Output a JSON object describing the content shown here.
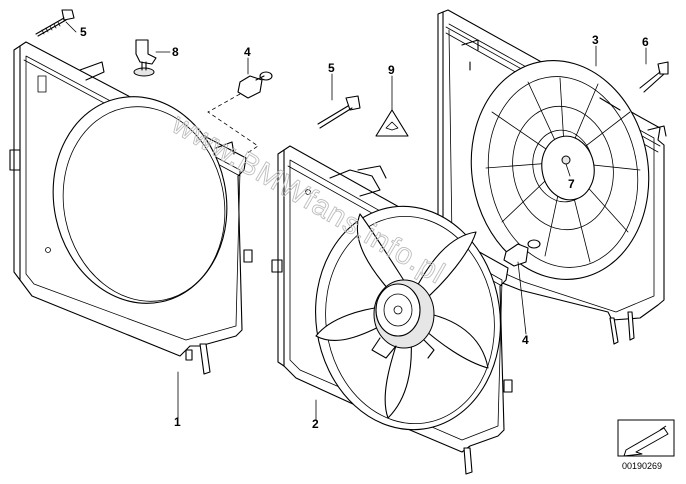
{
  "watermark": "www.BMWfans.info.pl",
  "drawing_number": "00190269",
  "callouts": [
    "1",
    "2",
    "3",
    "4",
    "4",
    "5",
    "5",
    "6",
    "7",
    "8",
    "9"
  ],
  "icons": {
    "direction_symbol": "arrow-box-icon",
    "warning_label": "fan-warning-triangle-icon"
  }
}
